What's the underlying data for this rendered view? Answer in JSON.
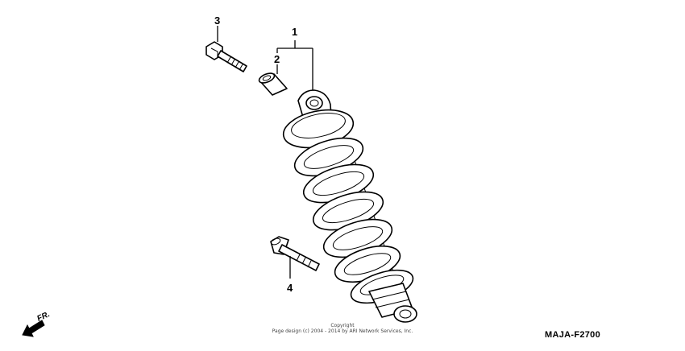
{
  "callouts": {
    "part_1": "1",
    "part_2": "2",
    "part_3": "3",
    "part_4": "4"
  },
  "direction_label": "FR.",
  "copyright": {
    "line1": "Copyright",
    "line2": "Page design (c) 2004 - 2014 by ARI Network Services, Inc."
  },
  "diagram_code": "MAJA-F2700"
}
